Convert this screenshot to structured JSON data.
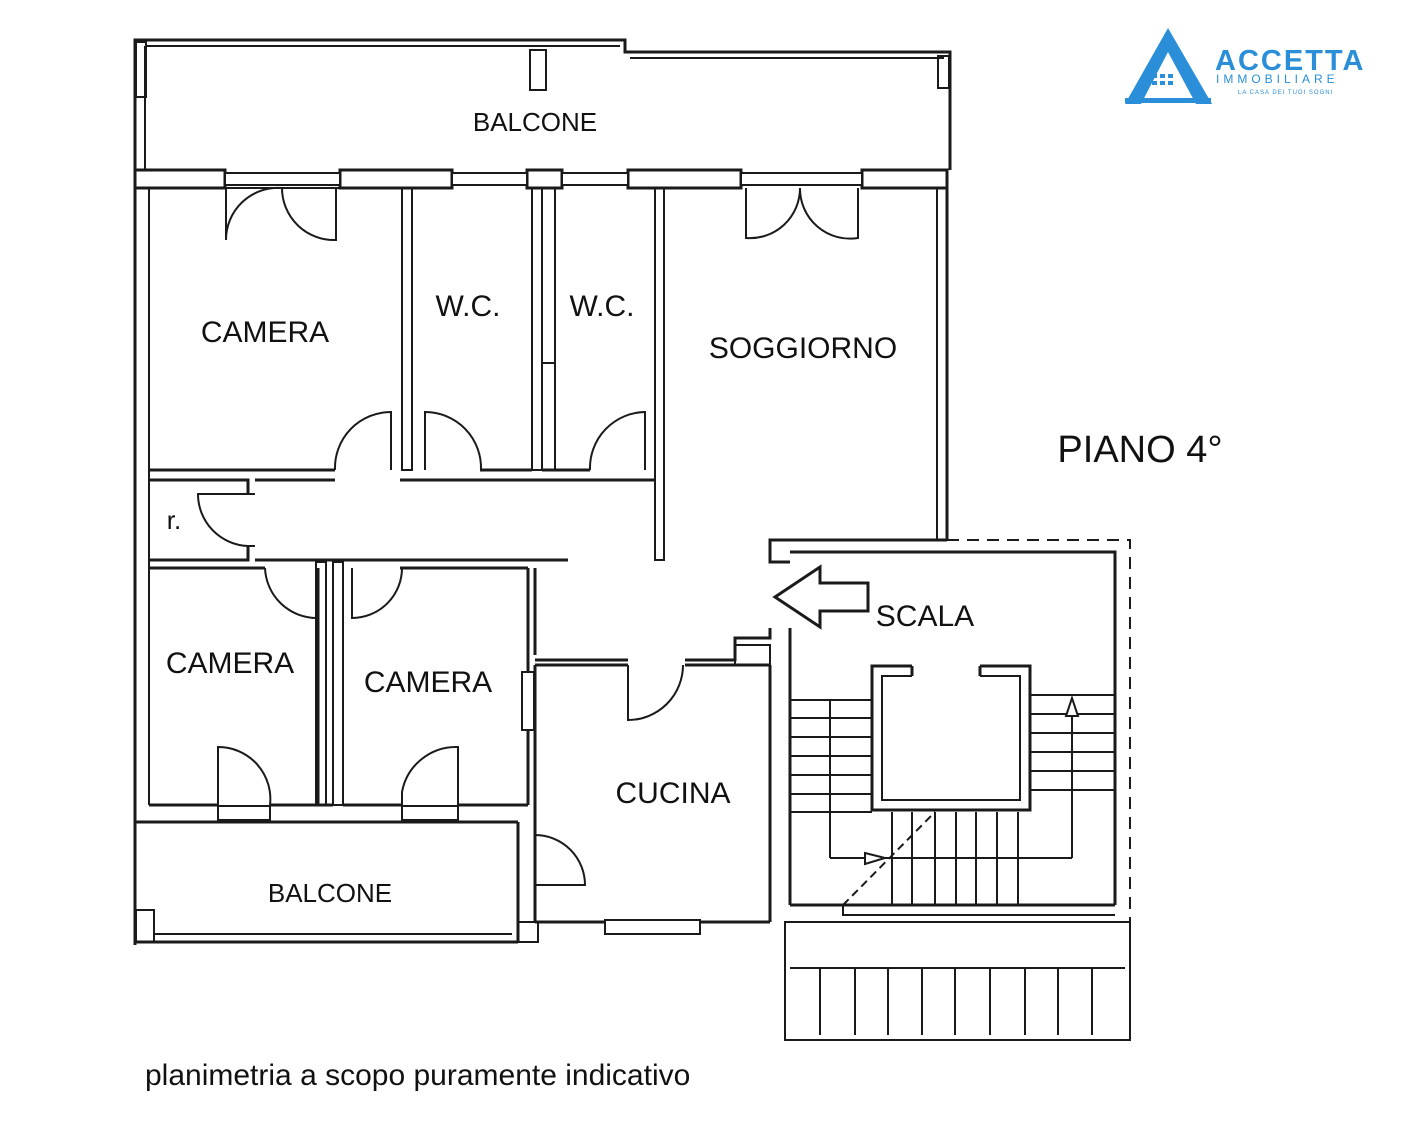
{
  "logo": {
    "name": "ACCETTA",
    "subtitle": "IMMOBILIARE",
    "tagline": "LA CASA DEI TUOI SOGNI",
    "color": "#2a8fd8"
  },
  "floor_label": "PIANO 4°",
  "rooms": {
    "balcone_top": "BALCONE",
    "camera_top": "CAMERA",
    "wc_1": "W.C.",
    "wc_2": "W.C.",
    "soggiorno": "SOGGIORNO",
    "ripostiglio": "r.",
    "camera_left": "CAMERA",
    "camera_mid": "CAMERA",
    "cucina": "CUCINA",
    "scala": "SCALA",
    "balcone_bottom": "BALCONE"
  },
  "disclaimer": "planimetria a scopo puramente indicativo",
  "colors": {
    "line": "#1a1a1a",
    "background": "#ffffff"
  }
}
